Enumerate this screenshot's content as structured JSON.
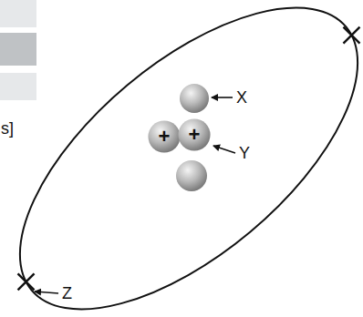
{
  "diagram": {
    "nodes": [
      {
        "text": [
          "+"
        ]
      },
      {
        "text": [
          "+"
        ]
      }
    ],
    "labels": [
      "s]",
      "X",
      "Y",
      "Z"
    ]
  }
}
